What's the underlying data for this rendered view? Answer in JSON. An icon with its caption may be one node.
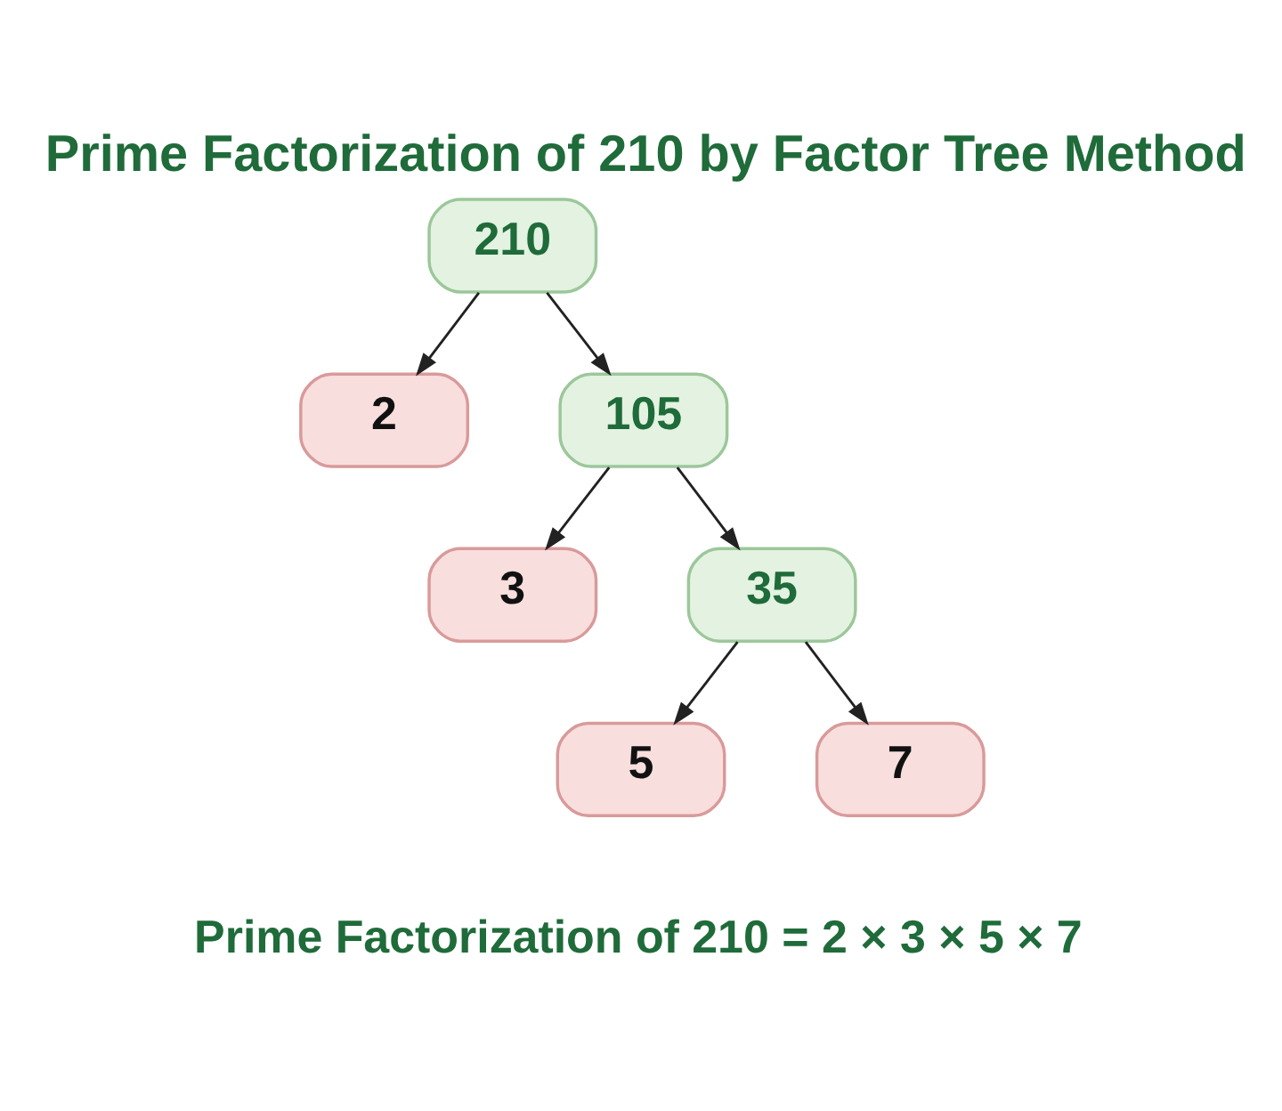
{
  "diagram": {
    "title": "Prime Factorization of 210 by Factor Tree Method",
    "caption": "Prime Factorization of 210 = 2 × 3 × 5 × 7",
    "nodes": [
      {
        "text": [
          "210"
        ]
      },
      {
        "text": [
          "2"
        ]
      },
      {
        "text": [
          "105"
        ]
      },
      {
        "text": [
          "3"
        ]
      },
      {
        "text": [
          "35"
        ]
      },
      {
        "text": [
          "5"
        ]
      },
      {
        "text": [
          "7"
        ]
      }
    ],
    "edges": [
      {
        "from": 0,
        "to": 1,
        "arrow": "to"
      },
      {
        "from": 0,
        "to": 2,
        "arrow": "to"
      },
      {
        "from": 2,
        "to": 3,
        "arrow": "to"
      },
      {
        "from": 2,
        "to": 4,
        "arrow": "to"
      },
      {
        "from": 4,
        "to": 5,
        "arrow": "to"
      },
      {
        "from": 4,
        "to": 6,
        "arrow": "to"
      }
    ]
  }
}
